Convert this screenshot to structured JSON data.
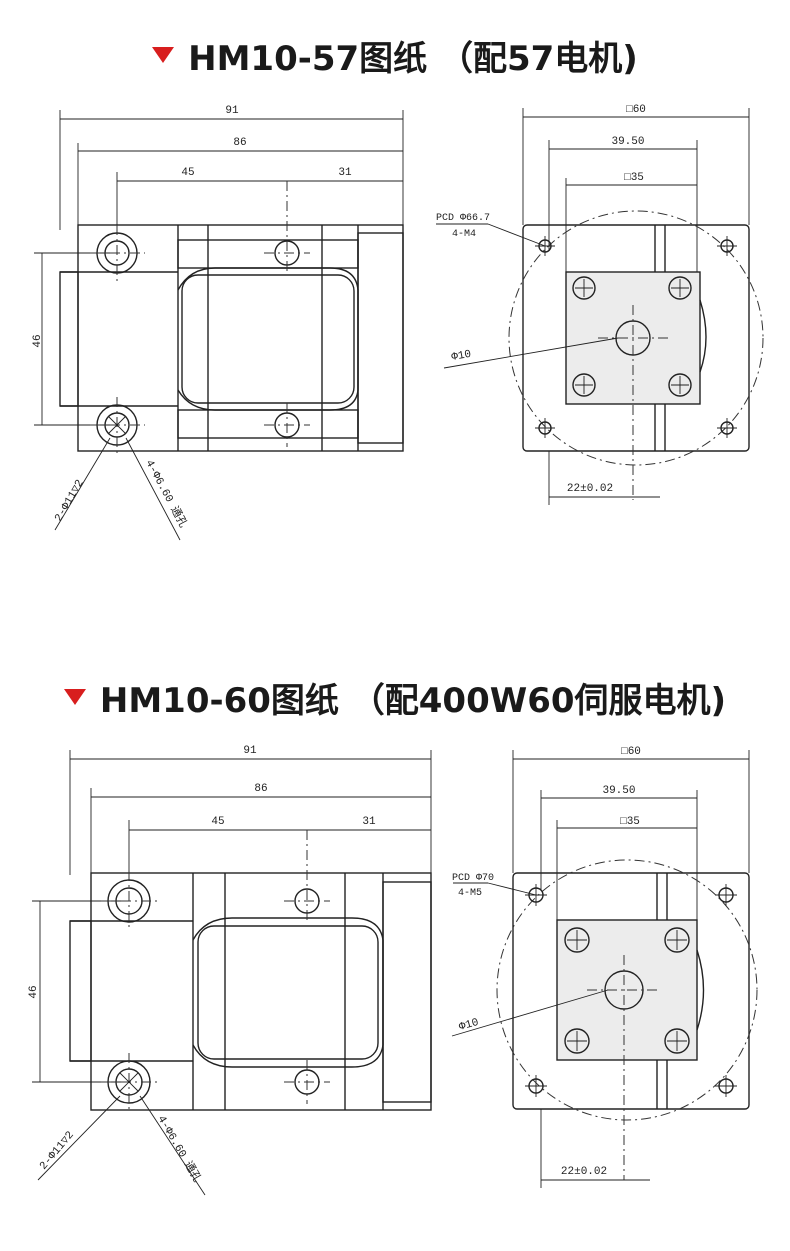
{
  "sections": [
    {
      "title": "HM10-57图纸 （配57电机)",
      "side_view": {
        "dim_total": "91",
        "dim_body": "86",
        "dim_left": "45",
        "dim_right": "31",
        "dim_height": "46",
        "note_hole": "2-Φ11▽2",
        "note_thru": "4-Φ6.60 通孔"
      },
      "front_view": {
        "dim_square": "□60",
        "dim_offset": "39.50",
        "dim_inner": "□35",
        "pcd": "PCD Φ66.7",
        "screw": "4-M4",
        "bore": "Φ10",
        "tol": "22±0.02"
      }
    },
    {
      "title": "HM10-60图纸 （配400W60伺服电机)",
      "side_view": {
        "dim_total": "91",
        "dim_body": "86",
        "dim_left": "45",
        "dim_right": "31",
        "dim_height": "46",
        "note_hole": "2-Φ11▽2",
        "note_thru": "4-Φ6.60 通孔"
      },
      "front_view": {
        "dim_square": "□60",
        "dim_offset": "39.50",
        "dim_inner": "□35",
        "pcd": "PCD Φ70",
        "screw": "4-M5",
        "bore": "Φ10",
        "tol": "22±0.02"
      }
    }
  ],
  "colors": {
    "accent": "#d81e1e",
    "line": "#222222"
  }
}
